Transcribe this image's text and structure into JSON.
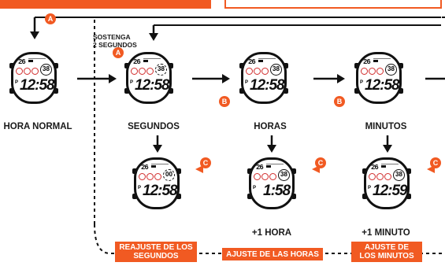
{
  "top_left_banner": "",
  "markers": {
    "a": "A",
    "b": "B",
    "c": "C"
  },
  "hold_instruction": "SOSTENGA\n2 SEGUNDOS",
  "captions": {
    "normal": "HORA NORMAL",
    "seconds": "SEGUNDOS",
    "hours": "HORAS",
    "minutes": "MINUTOS",
    "plus_hour": "+1 HORA",
    "plus_minute": "+1 MINUTO"
  },
  "badges": {
    "reset_seconds": "REAJUSTE DE LOS\nSEGUNDOS",
    "adjust_hours": "AJUSTE DE LAS HORAS",
    "adjust_minutes": "AJUSTE DE\nLOS MINUTOS"
  },
  "watch_display": {
    "date": "26",
    "seconds_normal": "38",
    "seconds_reset": "00",
    "time_normal": "12:58",
    "time_hour_adjusted": "1:58",
    "time_minute_adjusted": "12:59",
    "pm_indicator": "P"
  },
  "colors": {
    "accent": "#f15a22",
    "ring": "#d12b2b",
    "ink": "#111111"
  }
}
